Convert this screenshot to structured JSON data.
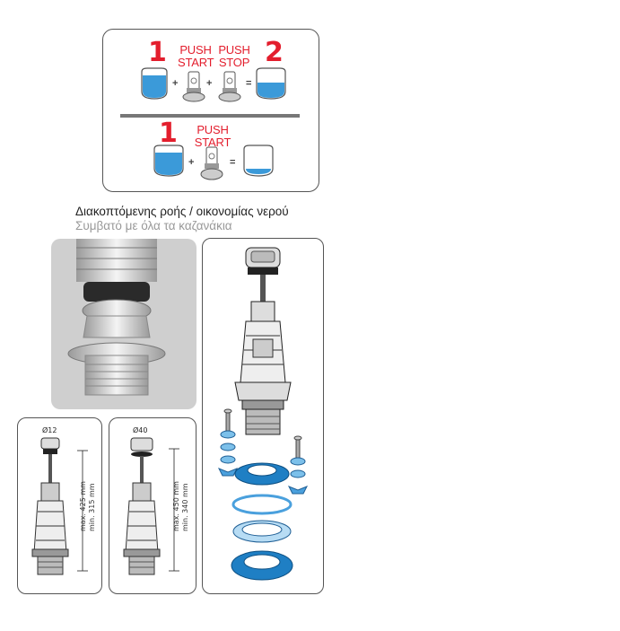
{
  "instructions": {
    "row1": {
      "num_start": "1",
      "push_start": [
        "PUSH",
        "START"
      ],
      "push_stop": [
        "PUSH",
        "STOP"
      ],
      "num_end": "2"
    },
    "row2": {
      "num_start": "1",
      "push_start": [
        "PUSH",
        "START"
      ]
    },
    "operators": {
      "plus": "+",
      "equals": "="
    }
  },
  "captions": {
    "line1": "Διακοπτόμενης ροής / οικονομίας νερού",
    "line2": "Συμβατό με όλα τα καζανάκια"
  },
  "dimension_panels": [
    {
      "diameter": "Ø12",
      "max": "max. 425 mm",
      "min": "min. 315 mm"
    },
    {
      "diameter": "Ø40",
      "max": "max. 450 mm",
      "min": "min. 340 mm"
    }
  ],
  "colors": {
    "accent_red": "#e31e2d",
    "water_blue": "#3b9ad9",
    "gasket_blue": "#1f7fc4"
  }
}
